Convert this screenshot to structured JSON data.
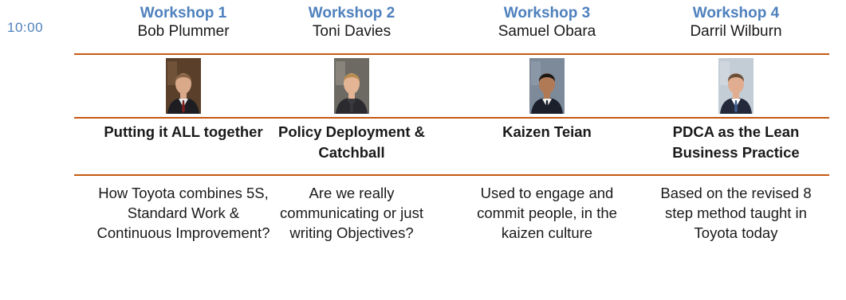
{
  "time": "10:00",
  "workshops": [
    {
      "label": "Workshop 1",
      "presenter": "Bob Plummer",
      "title": "Putting it ALL together",
      "description": "How Toyota combines 5S, Standard Work & Continuous Improvement?",
      "photo": {
        "background": "#5a3f2a",
        "accent": "#8a6a4a",
        "skin": "#d9a98a",
        "hair": "#8a6648",
        "suit": "#1e1e22",
        "shirt": "#e9e9ea",
        "tie": "#7b1f1f"
      }
    },
    {
      "label": "Workshop 2",
      "presenter": "Toni Davies",
      "title": "Policy Deployment & Catchball",
      "description": "Are we really communicating or just writing Objectives?",
      "photo": {
        "background": "#6d6a63",
        "accent": "#a8a59c",
        "skin": "#e3b594",
        "hair": "#b98d52",
        "suit": "#2b2a2e",
        "shirt": "#3a3a3e",
        "tie": "#3a3a3e"
      }
    },
    {
      "label": "Workshop 3",
      "presenter": "Samuel Obara",
      "title": "Kaizen Teian",
      "description": "Used to engage and commit people, in the kaizen culture",
      "photo": {
        "background": "#7d8a9a",
        "accent": "#9aa7b5",
        "skin": "#b07a57",
        "hair": "#1d1714",
        "suit": "#1a1f2b",
        "shirt": "#f1f1f1",
        "tie": "#1a1f2b"
      }
    },
    {
      "label": "Workshop 4",
      "presenter": "Darril Wilburn",
      "title": "PDCA as the Lean Business Practice",
      "description": "Based on the revised 8 step method taught in Toyota today",
      "photo": {
        "background": "#c3cdd6",
        "accent": "#dde3e9",
        "skin": "#e1ad90",
        "hair": "#6a4e36",
        "suit": "#23293a",
        "shirt": "#ffffff",
        "tie": "#3e5a8f"
      }
    }
  ]
}
